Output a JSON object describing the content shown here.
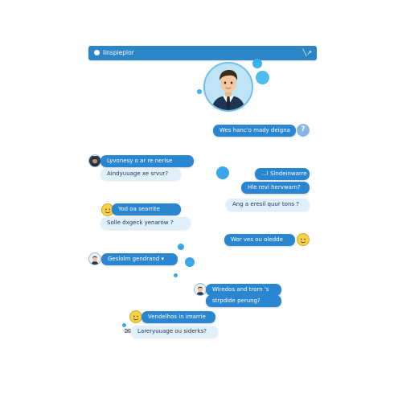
{
  "window": {
    "title": "linspieplor",
    "tools_glyph": "╲↗"
  },
  "colors": {
    "accent": "#2b86d1",
    "light_bubble": "#dff0fb",
    "titlebar": "#2c86c6"
  },
  "messages": [
    {
      "text": "Wes hanc'o mady deigna",
      "style": "dark",
      "side": "right",
      "avatar": "question-icon",
      "avatar_glyph": "?"
    },
    {
      "text": "Lyvonesy o ar re nerlse",
      "style": "dark",
      "side": "left",
      "avatar": "user-avatar"
    },
    {
      "text": "Aindyuuage xe srvur?",
      "style": "light",
      "side": "left"
    },
    {
      "text": "...I Slndeinwarre",
      "style": "dark",
      "side": "right"
    },
    {
      "text": "Hle revi hervwarn?",
      "style": "dark",
      "side": "right"
    },
    {
      "text": "Ang a eresil quur tons ?",
      "style": "light",
      "side": "right"
    },
    {
      "text": "Yod oa searrite",
      "style": "dark",
      "side": "left",
      "avatar": "emoji-avatar"
    },
    {
      "text": "Solle dxgeck yenarow ?",
      "style": "light",
      "side": "left"
    },
    {
      "text": "Wor ves ou oledde",
      "style": "dark",
      "side": "right",
      "avatar": "emoji-avatar"
    },
    {
      "text": "Geslolm gendrand ▾",
      "style": "dark",
      "side": "left",
      "avatar": "user-avatar"
    },
    {
      "text": "Wiredos and trorn 's",
      "style": "dark",
      "side": "left",
      "avatar": "user-avatar"
    },
    {
      "text": "strpdide perung?",
      "style": "dark",
      "side": "left"
    },
    {
      "text": "Vendelhos in imarrie",
      "style": "dark",
      "side": "left",
      "avatar": "emoji-avatar"
    },
    {
      "text": "Lareryuuage ou siderks?",
      "style": "light",
      "side": "left",
      "avatar": "mail-icon",
      "avatar_glyph": "✉"
    }
  ]
}
